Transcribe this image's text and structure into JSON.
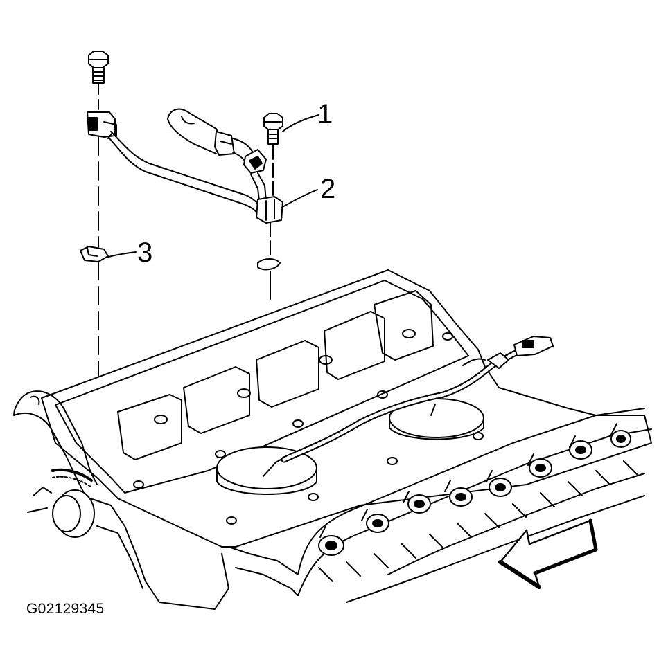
{
  "callouts": {
    "one": "1",
    "two": "2",
    "three": "3"
  },
  "figure_id": "G02129345",
  "colors": {
    "ink": "#000000",
    "paper": "#ffffff"
  }
}
